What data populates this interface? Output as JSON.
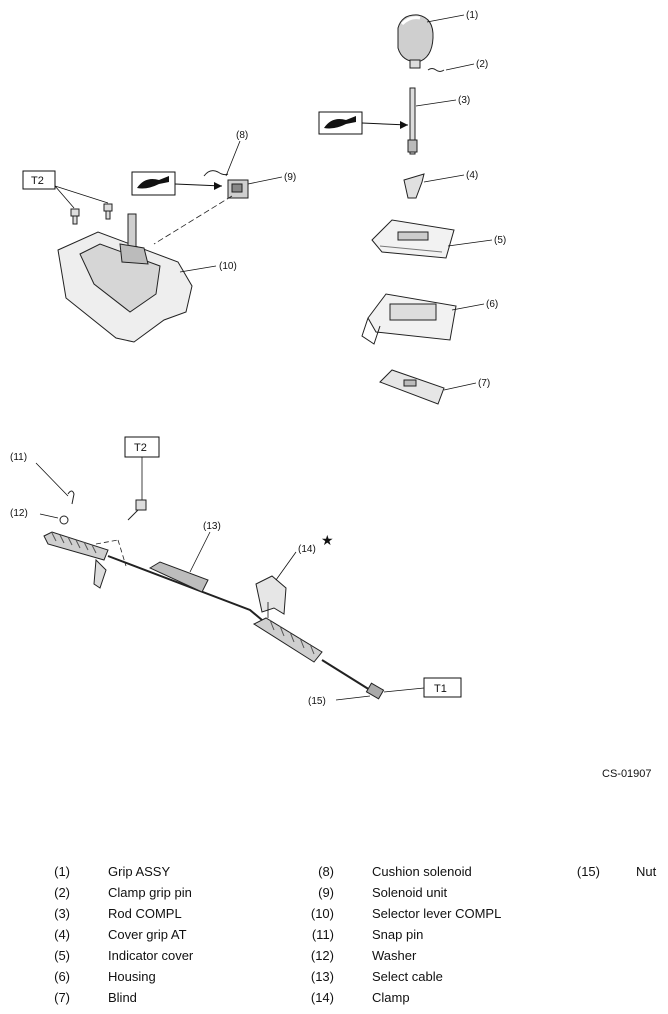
{
  "diagram": {
    "callouts": [
      "(1)",
      "(2)",
      "(3)",
      "(4)",
      "(5)",
      "(6)",
      "(7)",
      "(8)",
      "(9)",
      "(10)",
      "(11)",
      "(12)",
      "(13)",
      "(14)",
      "(15)"
    ],
    "torque_labels": {
      "t2_upper": "T2",
      "t2_lower": "T2",
      "t1": "T1"
    },
    "star": "★",
    "figure_code": "CS-01907"
  },
  "legend": {
    "col1": [
      {
        "num": "(1)",
        "name": "Grip ASSY"
      },
      {
        "num": "(2)",
        "name": "Clamp grip pin"
      },
      {
        "num": "(3)",
        "name": "Rod COMPL"
      },
      {
        "num": "(4)",
        "name": "Cover grip AT"
      },
      {
        "num": "(5)",
        "name": "Indicator cover"
      },
      {
        "num": "(6)",
        "name": "Housing"
      },
      {
        "num": "(7)",
        "name": "Blind"
      }
    ],
    "col2": [
      {
        "num": "(8)",
        "name": "Cushion solenoid"
      },
      {
        "num": "(9)",
        "name": "Solenoid unit"
      },
      {
        "num": "(10)",
        "name": "Selector lever COMPL"
      },
      {
        "num": "(11)",
        "name": "Snap pin"
      },
      {
        "num": "(12)",
        "name": "Washer"
      },
      {
        "num": "(13)",
        "name": "Select cable"
      },
      {
        "num": "(14)",
        "name": "Clamp"
      }
    ],
    "col3": [
      {
        "num": "(15)",
        "name": "Nut"
      }
    ]
  }
}
